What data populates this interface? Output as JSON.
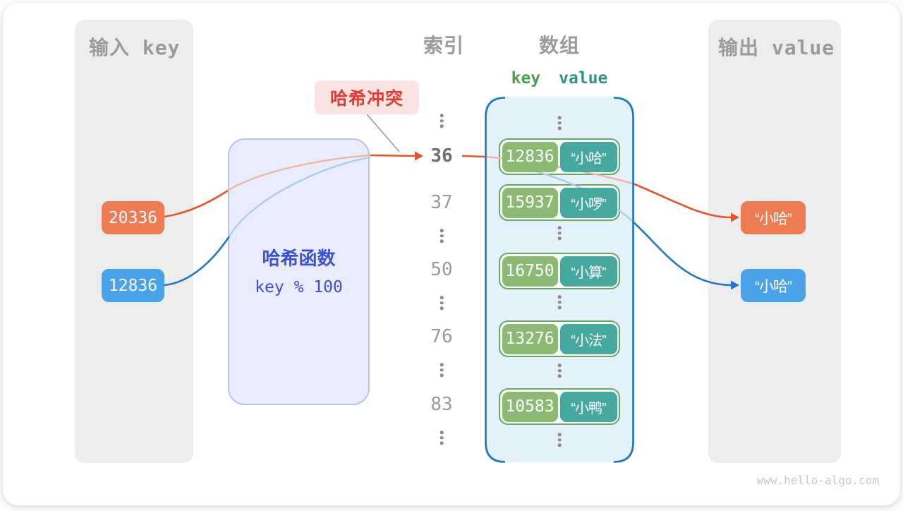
{
  "input_panel": {
    "title": "输入 key",
    "keys": [
      "20336",
      "12836"
    ]
  },
  "hash_function": {
    "title": "哈希函数",
    "formula": "key % 100"
  },
  "collision_label": "哈希冲突",
  "index_column": {
    "title": "索引",
    "rows": [
      "36",
      "37",
      "50",
      "76",
      "83"
    ]
  },
  "array_column": {
    "title": "数组",
    "key_header": "key",
    "value_header": "value",
    "pairs": [
      {
        "key": "12836",
        "value": "“小哈”"
      },
      {
        "key": "15937",
        "value": "“小啰”"
      },
      {
        "key": "16750",
        "value": "“小算”"
      },
      {
        "key": "13276",
        "value": "“小法”"
      },
      {
        "key": "10583",
        "value": "“小鸭”"
      }
    ]
  },
  "output_panel": {
    "title": "输出 value",
    "values": [
      "“小哈”",
      "“小哈”"
    ]
  },
  "watermark": "www.hello-algo.com",
  "colors": {
    "accent_orange": "#ED7C55",
    "accent_blue": "#4AA3E8",
    "key_green": "#8CBA74",
    "value_teal": "#46A89E",
    "pair_border": "#68AA5F",
    "array_bg": "#E3F1FA",
    "array_border": "#1C73C2",
    "hash_box_bg": "#E9EDFB",
    "hash_box_border": "#BAC2EF",
    "hash_text_blue": "#3D50D0",
    "collision_bg": "#FAE3E1",
    "collision_red": "#E23B36",
    "header_gray": "#9B9B9B",
    "curve_orange": "#E4562A",
    "curve_blue": "#2477C2",
    "pastel_orange": "#F1B6A0",
    "pastel_blue": "#ABCEEB",
    "panel_bg": "#EDEDED"
  }
}
